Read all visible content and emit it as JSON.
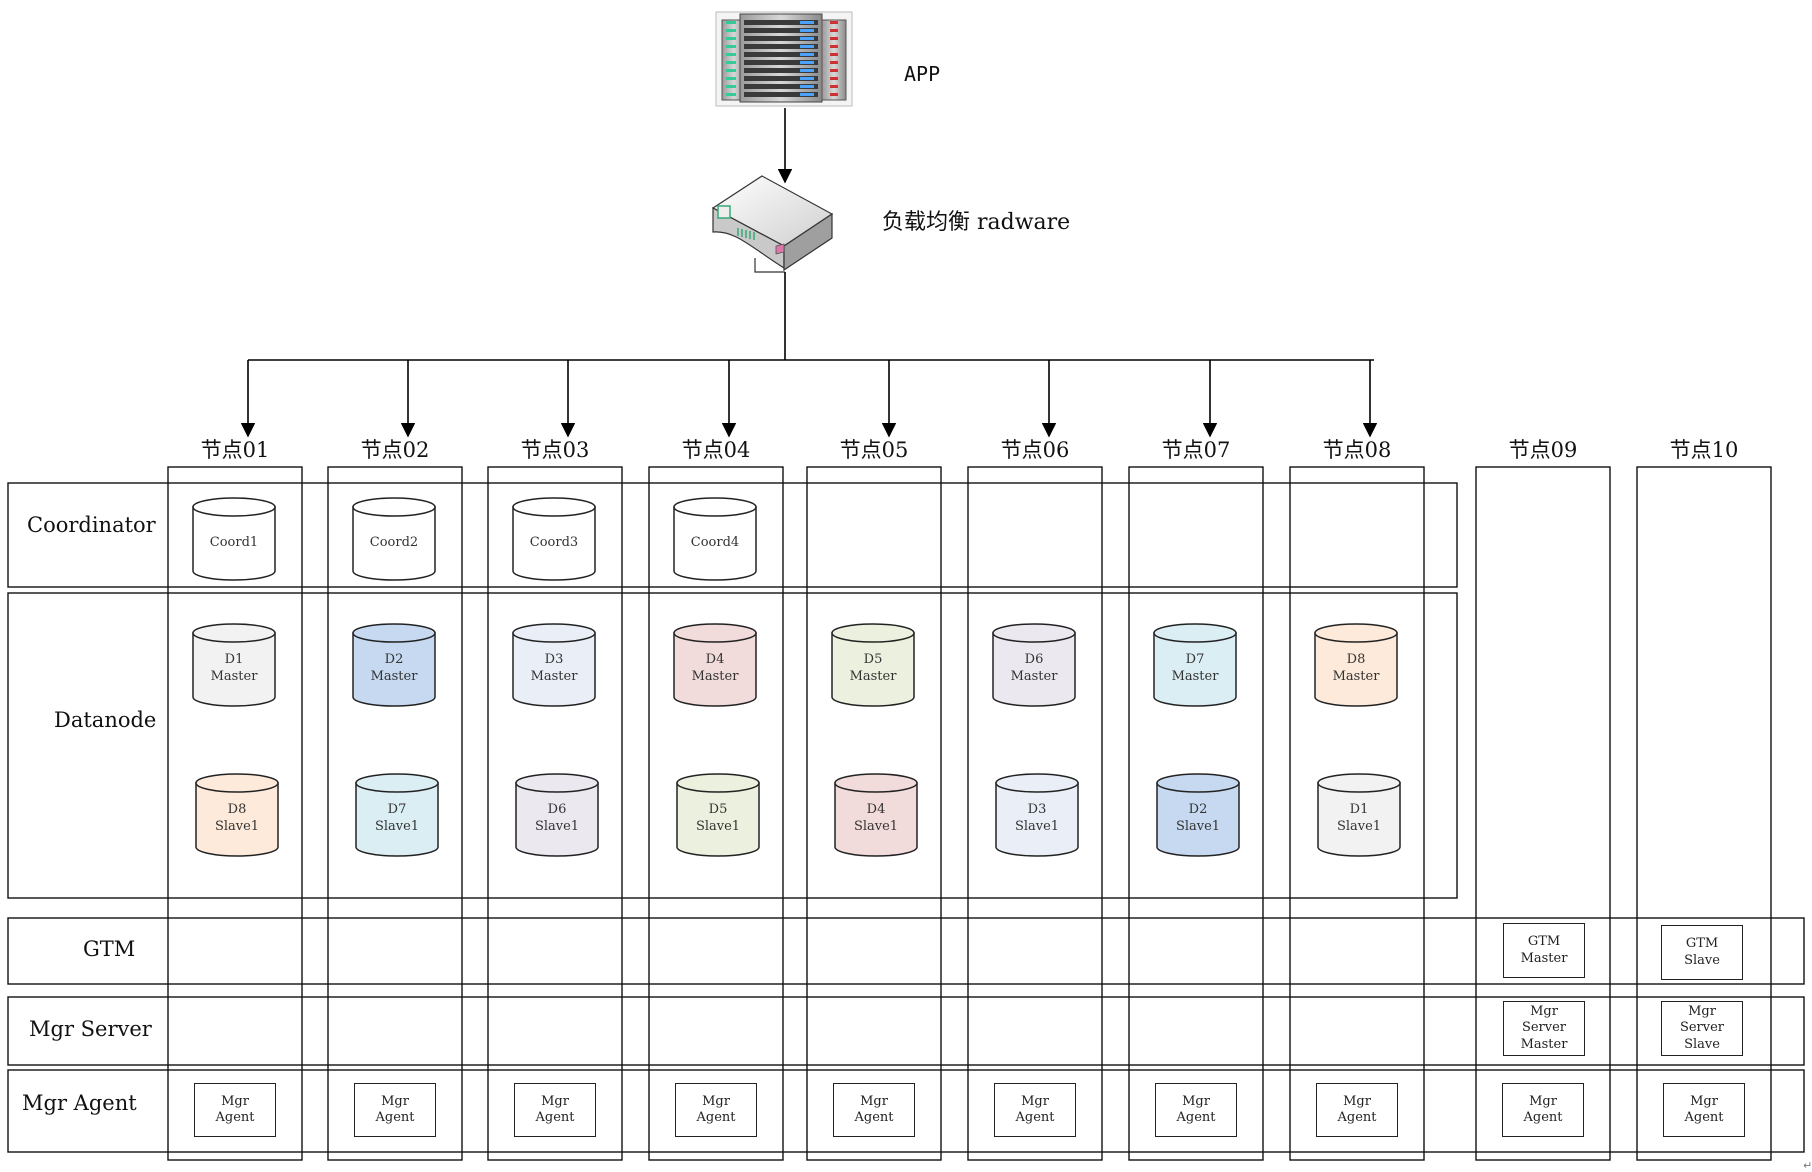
{
  "app_label": "APP",
  "lb_label": "负载均衡 radware",
  "rows": {
    "coordinator": "Coordinator",
    "datanode": "Datanode",
    "gtm": "GTM",
    "mgr_server": "Mgr Server",
    "mgr_agent": "Mgr Agent"
  },
  "nodes": [
    "节点01",
    "节点02",
    "节点03",
    "节点04",
    "节点05",
    "节点06",
    "节点07",
    "节点08",
    "节点09",
    "节点10"
  ],
  "coordinators": [
    "Coord1",
    "Coord2",
    "Coord3",
    "Coord4"
  ],
  "masters": [
    {
      "id": "D1",
      "role": "Master",
      "color": "#f2f2f2"
    },
    {
      "id": "D2",
      "role": "Master",
      "color": "#c6d9f1"
    },
    {
      "id": "D3",
      "role": "Master",
      "color": "#eaeff7"
    },
    {
      "id": "D4",
      "role": "Master",
      "color": "#f2dcdb"
    },
    {
      "id": "D5",
      "role": "Master",
      "color": "#ebf1de"
    },
    {
      "id": "D6",
      "role": "Master",
      "color": "#ebe8f0"
    },
    {
      "id": "D7",
      "role": "Master",
      "color": "#dbeef4"
    },
    {
      "id": "D8",
      "role": "Master",
      "color": "#fdeada"
    }
  ],
  "slaves": [
    {
      "id": "D8",
      "role": "Slave1",
      "color": "#fdeada"
    },
    {
      "id": "D7",
      "role": "Slave1",
      "color": "#dbeef4"
    },
    {
      "id": "D6",
      "role": "Slave1",
      "color": "#ebe8f0"
    },
    {
      "id": "D5",
      "role": "Slave1",
      "color": "#ebf1de"
    },
    {
      "id": "D4",
      "role": "Slave1",
      "color": "#f2dcdb"
    },
    {
      "id": "D3",
      "role": "Slave1",
      "color": "#eaeff7"
    },
    {
      "id": "D2",
      "role": "Slave1",
      "color": "#c6d9f1"
    },
    {
      "id": "D1",
      "role": "Slave1",
      "color": "#f2f2f2"
    }
  ],
  "gtm": {
    "master": [
      "GTM",
      "Master"
    ],
    "slave": [
      "GTM",
      "Slave"
    ]
  },
  "mgr_server": {
    "master": [
      "Mgr",
      "Server",
      "Master"
    ],
    "slave": [
      "Mgr",
      "Server",
      "Slave"
    ]
  },
  "mgr_agent": [
    "Mgr",
    "Agent"
  ]
}
